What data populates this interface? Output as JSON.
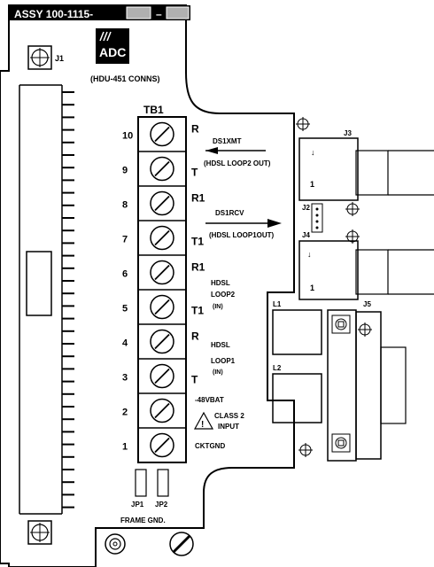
{
  "header": {
    "assy_label": "ASSY 100-1115-",
    "assy_dash": "–"
  },
  "logo": {
    "text": "ADC"
  },
  "board": {
    "subtitle": "(HDU-451 CONNS)",
    "j1_label": "J1"
  },
  "terminal_block": {
    "label": "TB1",
    "positions": [
      {
        "number": "10",
        "signal": "R"
      },
      {
        "number": "9",
        "signal": "T"
      },
      {
        "number": "8",
        "signal": "R1"
      },
      {
        "number": "7",
        "signal": "T1"
      },
      {
        "number": "6",
        "signal": "R1"
      },
      {
        "number": "5",
        "signal": "T1"
      },
      {
        "number": "4",
        "signal": "R"
      },
      {
        "number": "3",
        "signal": "T"
      },
      {
        "number": "2",
        "signal": ""
      },
      {
        "number": "1",
        "signal": ""
      }
    ]
  },
  "annotations": {
    "ds1xmt": "DS1XMT",
    "hdsl_loop2_out": "(HDSL LOOP2 OUT)",
    "ds1rcv": "DS1RCV",
    "hdsl_loop1_out": "(HDSL LOOP1OUT)",
    "hdsl_a": "HDSL",
    "loop2": "LOOP2",
    "in_a": "(IN)",
    "hdsl_b": "HDSL",
    "loop1": "LOOP1",
    "in_b": "(IN)",
    "neg48vbat": "-48VBAT",
    "class2": "CLASS 2",
    "input": "INPUT",
    "cktgnd": "CKTGND",
    "warning_symbol": "!"
  },
  "connectors": {
    "j3": "J3",
    "j2": "J2",
    "j4": "J4",
    "j5": "J5",
    "l1": "L1",
    "l2": "L2",
    "jack_pin_j3": "1",
    "jack_pin_j4": "1"
  },
  "jumpers": {
    "jp1": "JP1",
    "jp2": "JP2"
  },
  "frame": {
    "label": "FRAME GND."
  }
}
